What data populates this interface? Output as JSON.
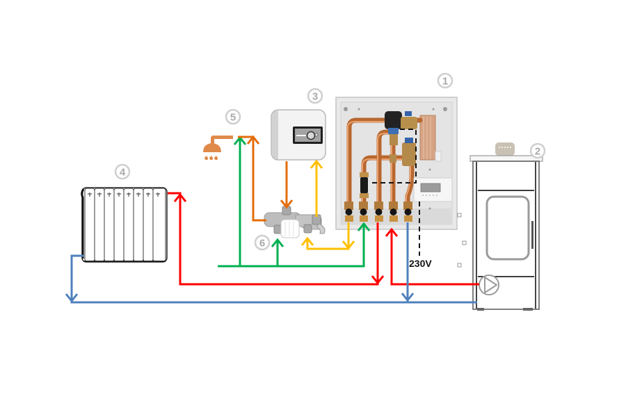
{
  "diagram": {
    "component_numbers": {
      "panel": "1",
      "stove": "2",
      "water_heater": "3",
      "radiator": "4",
      "shower": "5",
      "mixing_valve": "6"
    },
    "voltage_label": "230V",
    "pipe_colors": {
      "red": "#ff0000",
      "blue": "#4f81bd",
      "green": "#00b050",
      "orange": "#e46c0a",
      "yellow": "#ffc000"
    }
  }
}
